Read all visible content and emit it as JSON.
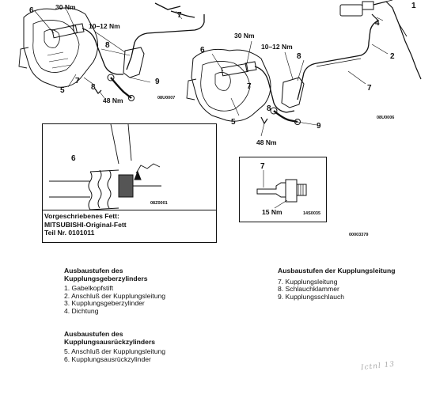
{
  "callouts": {
    "torque_30": "30 Nm",
    "torque_10_12": "10–12 Nm",
    "torque_48": "48 Nm",
    "torque_15": "15 Nm",
    "n1": "1",
    "n2": "2",
    "n4": "4",
    "n5": "5",
    "n6": "6",
    "n7": "7",
    "n8": "8",
    "n9": "9"
  },
  "codes": {
    "left_view": "08U0007",
    "right_view": "08U0006",
    "grease_inset": "08Z0001",
    "fitting_inset": "14S0035",
    "page": "00003379"
  },
  "grease_note": {
    "line1": "Vorgeschriebenes Fett:",
    "line2": "MITSUBISHI-Original-Fett",
    "line3": "Teil Nr. 0101011"
  },
  "section_master": {
    "title_line1": "Ausbaustufen des",
    "title_line2": "Kupplungsgeberzylinders",
    "items": [
      "1. Gabelkopfstift",
      "2. Anschluß der Kupplungsleitung",
      "3. Kupplungsgeberzylinder",
      "4. Dichtung"
    ]
  },
  "section_slave": {
    "title_line1": "Ausbaustufen des",
    "title_line2": "Kupplungsausrückzylinders",
    "items": [
      "5. Anschluß der Kupplungsleitung",
      "6. Kupplungsausrückzylinder"
    ]
  },
  "section_line": {
    "title": "Ausbaustufen der Kupplungsleitung",
    "items": [
      "7. Kupplungsleitung",
      "8. Schlauchklammer",
      "9. Kupplungsschlauch"
    ]
  },
  "handwriting": "Ictnl 13"
}
